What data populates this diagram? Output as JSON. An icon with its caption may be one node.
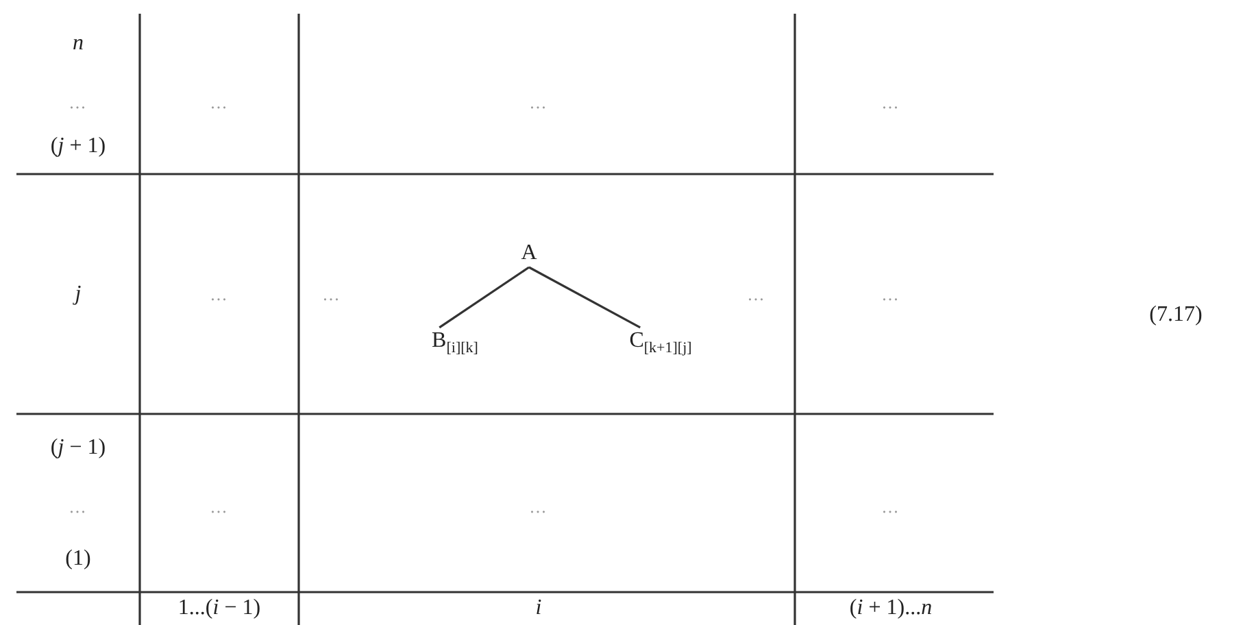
{
  "diagram": {
    "nodes": [
      {
        "text": [
          "A"
        ]
      },
      {
        "text": [
          "B$_{[i][k]}$"
        ]
      },
      {
        "text": [
          "C$_{[k+1][j]}$"
        ]
      }
    ],
    "edges": [
      {
        "from": 0,
        "to": 1,
        "arrow": "none"
      },
      {
        "from": 0,
        "to": 2,
        "arrow": "none"
      }
    ],
    "labels": [
      "*n*",
      "...",
      "...",
      "...",
      "...",
      "(*j* + 1)",
      "*j*",
      "...",
      "...",
      "...",
      "...",
      "(7.17)",
      "(*j* − 1)",
      "...",
      "...",
      "...",
      "...",
      "(1)",
      "1...(*i* − 1)",
      "*i*",
      "(*i* + 1)...*n*"
    ]
  }
}
